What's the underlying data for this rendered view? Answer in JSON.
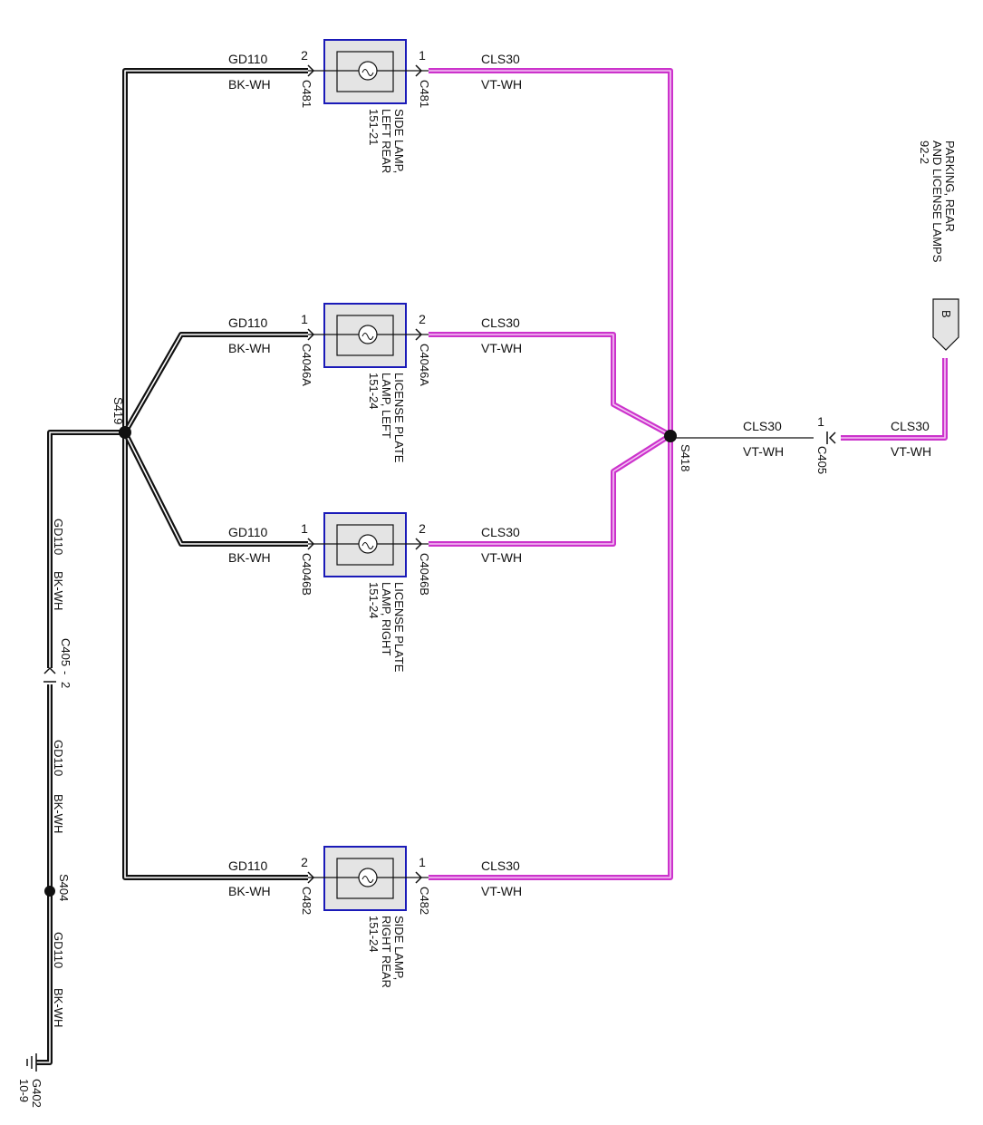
{
  "colors": {
    "ground_wire": "#111111",
    "power_wire": "#cc33cc",
    "power_core": "#f4c6f4",
    "lamp_border": "#1a1ab8",
    "lamp_fill": "#e4e4e4"
  },
  "wires": {
    "gd110": {
      "circuit": "GD110",
      "color": "BK-WH"
    },
    "cls30": {
      "circuit": "CLS30",
      "color": "VT-WH"
    }
  },
  "lamps": [
    {
      "key": "side_left_rear",
      "icon": "lamp-bulb-icon",
      "name_lines": [
        "SIDE LAMP,",
        "LEFT REAR",
        "151-21"
      ],
      "left_pin": "2",
      "right_pin": "1",
      "left_connector": "C481",
      "right_connector": "C481"
    },
    {
      "key": "license_left",
      "icon": "lamp-bulb-icon",
      "name_lines": [
        "LICENSE PLATE",
        "LAMP, LEFT",
        "151-24"
      ],
      "left_pin": "1",
      "right_pin": "2",
      "left_connector": "C4046A",
      "right_connector": "C4046A"
    },
    {
      "key": "license_right",
      "icon": "lamp-bulb-icon",
      "name_lines": [
        "LICENSE PLATE",
        "LAMP, RIGHT",
        "151-24"
      ],
      "left_pin": "1",
      "right_pin": "2",
      "left_connector": "C4046B",
      "right_connector": "C4046B"
    },
    {
      "key": "side_right_rear",
      "icon": "lamp-bulb-icon",
      "name_lines": [
        "SIDE LAMP,",
        "RIGHT REAR",
        "151-24"
      ],
      "left_pin": "2",
      "right_pin": "1",
      "left_connector": "C482",
      "right_connector": "C482"
    }
  ],
  "splices": {
    "s419": "S419",
    "s418": "S418",
    "s404": "S404"
  },
  "connectors": {
    "c405_power": {
      "name": "C405",
      "pin": "1"
    },
    "c405_ground": {
      "name": "C405",
      "pin": "2",
      "sep": "-"
    }
  },
  "ground": {
    "name": "G402",
    "ref": "10-9",
    "icon": "ground-symbol-icon"
  },
  "offpage": {
    "letter": "B",
    "icon": "offpage-connector-icon",
    "ref_lines": [
      "PARKING, REAR",
      "AND LICENSE LAMPS",
      "92-2"
    ]
  }
}
